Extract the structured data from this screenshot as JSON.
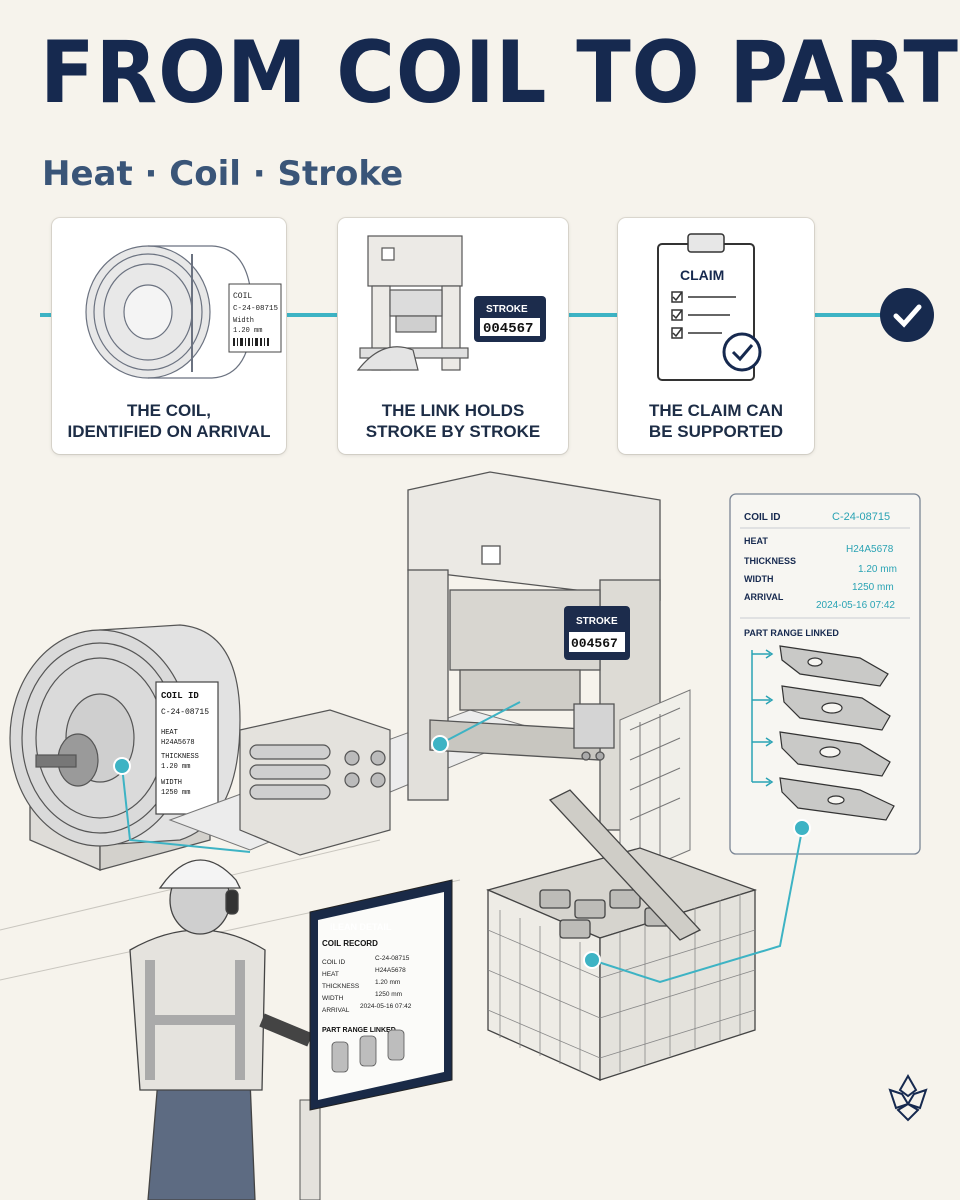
{
  "header": {
    "title": "FROM COIL TO PART",
    "subtitle": "Heat · Coil · Stroke"
  },
  "steps": [
    {
      "caption_line1": "THE COIL,",
      "caption_line2": "IDENTIFIED ON ARRIVAL",
      "icon": "coil-icon"
    },
    {
      "caption_line1": "THE LINK HOLDS",
      "caption_line2": "STROKE BY STROKE",
      "icon": "press-icon"
    },
    {
      "caption_line1": "THE CLAIM CAN",
      "caption_line2": "BE SUPPORTED",
      "icon": "clipboard-icon"
    }
  ],
  "coil_card_tag": {
    "line1": "COIL",
    "line2": "C-24-08715",
    "line3": "Width",
    "line4": "1.20 mm"
  },
  "stroke_counter": {
    "label": "STROKE",
    "value": "004567"
  },
  "claim_board": {
    "title": "CLAIM"
  },
  "coil_label": {
    "title": "COIL ID",
    "id": "C-24-08715",
    "heat_label": "HEAT",
    "heat": "H24A5678",
    "thickness_label": "THICKNESS",
    "thickness": "1.20 mm",
    "width_label": "WIDTH",
    "width": "1250 mm"
  },
  "press_counter": {
    "label": "STROKE",
    "value": "004567"
  },
  "record_panel": {
    "coil_id_label": "COIL ID",
    "coil_id": "C-24-08715",
    "heat_label": "HEAT",
    "heat": "H24A5678",
    "thickness_label": "THICKNESS",
    "thickness": "1.20 mm",
    "width_label": "WIDTH",
    "width": "1250 mm",
    "arrival_label": "ARRIVAL",
    "arrival": "2024-05-16 07:42",
    "part_range_label": "PART RANGE LINKED"
  },
  "kiosk": {
    "header": "iLEAN DETAIL",
    "section": "COIL RECORD",
    "coil_id_label": "COIL ID",
    "coil_id": "C-24-08715",
    "heat_label": "HEAT",
    "heat": "H24A5678",
    "thickness_label": "THICKNESS",
    "thickness": "1.20 mm",
    "width_label": "WIDTH",
    "width": "1250 mm",
    "arrival_label": "ARRIVAL",
    "arrival": "2024-05-16 07:42",
    "part_range_label": "PART RANGE LINKED"
  },
  "colors": {
    "navy": "#16294f",
    "teal": "#3db3c4",
    "slate": "#3a5578",
    "paper": "#f6f3ec"
  }
}
